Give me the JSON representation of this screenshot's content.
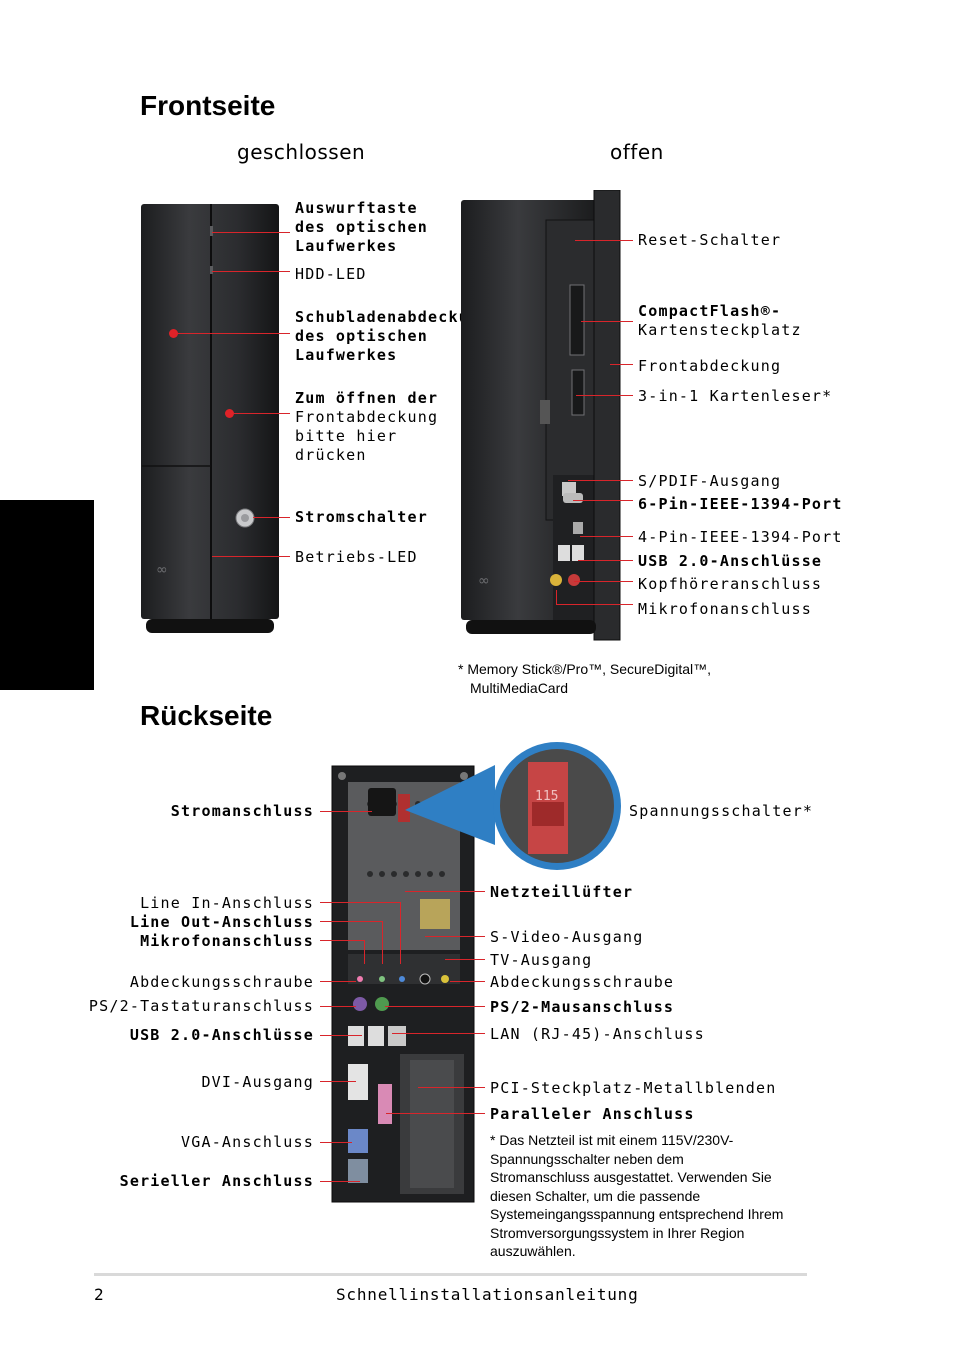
{
  "front": {
    "title": "Frontseite",
    "closed_label": "geschlossen",
    "open_label": "offen",
    "closed_callouts": {
      "eject": [
        "Auswurftaste",
        "des optischen",
        "Laufwerkes"
      ],
      "hdd_led": "HDD-LED",
      "tray_cover": [
        "Schubladenabdeckung",
        "des optischen",
        "Laufwerkes"
      ],
      "open_cover": [
        "Zum öffnen der",
        "Frontabdeckung",
        "bitte hier",
        "drücken"
      ],
      "power_switch": "Stromschalter",
      "power_led": "Betriebs-LED"
    },
    "open_callouts": {
      "reset": "Reset-Schalter",
      "cf_line1": "CompactFlash®-",
      "cf_line2": "Kartensteckplatz",
      "front_cover": "Frontabdeckung",
      "card_reader": "3-in-1 Kartenleser*",
      "spdif": "S/PDIF-Ausgang",
      "ieee6": "6-Pin-IEEE-1394-Port",
      "ieee4": "4-Pin-IEEE-1394-Port",
      "usb": "USB 2.0-Anschlüsse",
      "headphone": "Kopfhöreranschluss",
      "mic": "Mikrofonanschluss"
    },
    "footnote_line1": "* Memory Stick®/Pro™, SecureDigital™,",
    "footnote_line2": "MultiMediaCard"
  },
  "rear": {
    "title": "Rückseite",
    "left_callouts": {
      "power_conn": "Stromanschluss",
      "line_in": "Line In-Anschluss",
      "line_out": "Line Out-Anschluss",
      "mic": "Mikrofonanschluss",
      "cover_screw": "Abdeckungsschraube",
      "ps2_kb": "PS/2-Tastaturanschluss",
      "usb": "USB 2.0-Anschlüsse",
      "dvi": "DVI-Ausgang",
      "vga": "VGA-Anschluss",
      "serial": "Serieller Anschluss"
    },
    "right_callouts": {
      "voltage_switch": "Spannungsschalter*",
      "psu_fan": "Netzteillüfter",
      "svideo": "S-Video-Ausgang",
      "tv_out": "TV-Ausgang",
      "cover_screw": "Abdeckungsschraube",
      "ps2_mouse": "PS/2-Mausanschluss",
      "lan": "LAN (RJ-45)-Anschluss",
      "pci": "PCI-Steckplatz-Metallblenden",
      "parallel": "Paralleler Anschluss"
    },
    "switch_value": "115",
    "footnote": [
      "* Das Netzteil ist mit einem 115V/230V-",
      "Spannungsschalter neben dem",
      "Stromanschluss ausgestattet. Verwenden Sie",
      "diesen Schalter, um die passende",
      "Systemeingangsspannung entsprechend Ihrem",
      "Stromversorgungssystem in Ihrer Region",
      "auszuwählen."
    ]
  },
  "footer": {
    "page_number": "2",
    "title": "Schnellinstallationsanleitung"
  },
  "colors": {
    "callout": "#d8252b",
    "chassis": "#2a2b2d",
    "side_tab": "#000000",
    "zoom_ring": "#2f7fc4"
  }
}
